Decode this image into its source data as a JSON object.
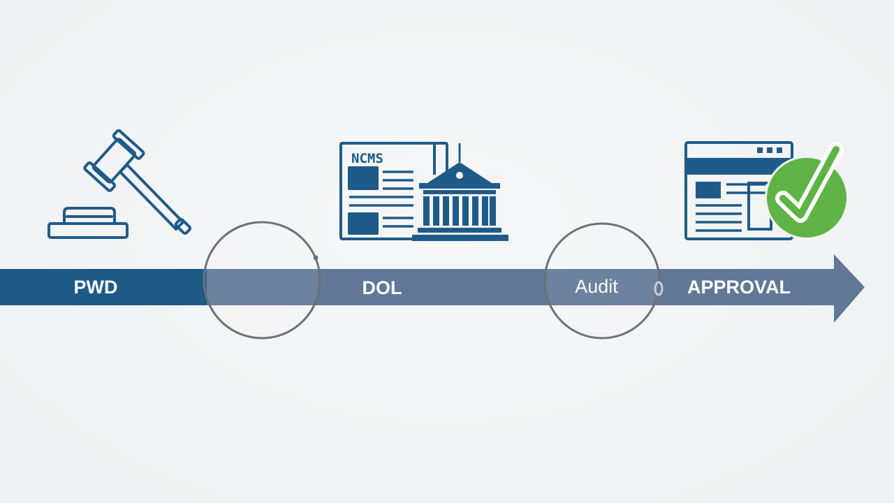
{
  "steps": {
    "pwd": {
      "label": "PWD",
      "icon": "gavel-icon"
    },
    "dol": {
      "label": "DOL",
      "icon": "newspaper-building-icon",
      "newspaper_masthead": "NCMS"
    },
    "audit": {
      "label": "Audit"
    },
    "approval": {
      "label": "APPROVAL",
      "icon": "browser-check-icon"
    }
  },
  "colors": {
    "background": "#f2f3f4",
    "bar_dark": "#1d5a86",
    "bar_light": "#607896",
    "icon": "#1f5b88",
    "ring": "#6c7177",
    "check_green": "#5fb346"
  }
}
